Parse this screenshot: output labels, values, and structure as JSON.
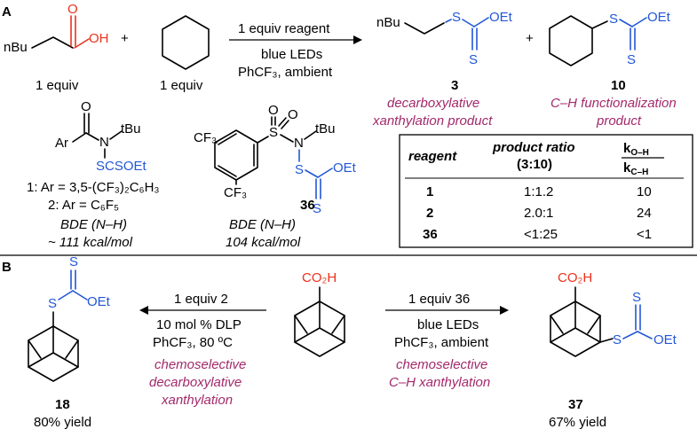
{
  "panel_a": {
    "label": "A",
    "reactant1": "nBu",
    "reactant1_equiv": "1 equiv",
    "reactant2_equiv": "1 equiv",
    "plus": "+",
    "conditions": [
      "1 equiv reagent",
      "blue LEDs",
      "PhCF₃, ambient"
    ],
    "product1_number": "3",
    "product1_desc": [
      "decarboxylative",
      "xanthylation product"
    ],
    "product2_number": "10",
    "product2_desc": [
      "C–H functionalization",
      "product"
    ],
    "reagent_amide": {
      "line1": "1: Ar = 3,5-(CF₃)₂C₆H₃",
      "line2": "2: Ar = C₆F₅",
      "bde_label": "BDE (N–H)",
      "bde_value": "~ 111 kcal/mol"
    },
    "reagent_sulfonamide": {
      "number": "36",
      "bde_label": "BDE (N–H)",
      "bde_value": "104 kcal/mol"
    },
    "table": {
      "headers": [
        "reagent",
        "product ratio",
        "(3:10)",
        "kO–H",
        "kC–H"
      ],
      "rows": [
        {
          "reagent": "1",
          "ratio": "1:1.2",
          "k": "10"
        },
        {
          "reagent": "2",
          "ratio": "2.0:1",
          "k": "24"
        },
        {
          "reagent": "36",
          "ratio": "<1:25",
          "k": "<1"
        }
      ]
    }
  },
  "panel_b": {
    "label": "B",
    "left_conditions": [
      "1 equiv 2",
      "10 mol % DLP",
      "PhCF₃, 80 ºC"
    ],
    "left_desc": [
      "chemoselective",
      "decarboxylative",
      "xanthylation"
    ],
    "right_conditions": [
      "1 equiv 36",
      "blue LEDs",
      "PhCF₃, ambient"
    ],
    "right_desc": [
      "chemoselective",
      "C–H xanthylation"
    ],
    "product_left_number": "18",
    "product_left_yield": "80% yield",
    "product_right_number": "37",
    "product_right_yield": "67% yield"
  },
  "atoms": {
    "S": "S",
    "O": "O",
    "OEt": "OEt",
    "OH": "OH",
    "N": "N",
    "tBu": "tBu",
    "Ar": "Ar",
    "CO2H": "CO₂H",
    "CF3": "CF₃",
    "SCSOEt": "SCSOEt"
  },
  "colors": {
    "red": "#e8321c",
    "blue": "#2357d6",
    "magenta": "#a3296b"
  }
}
